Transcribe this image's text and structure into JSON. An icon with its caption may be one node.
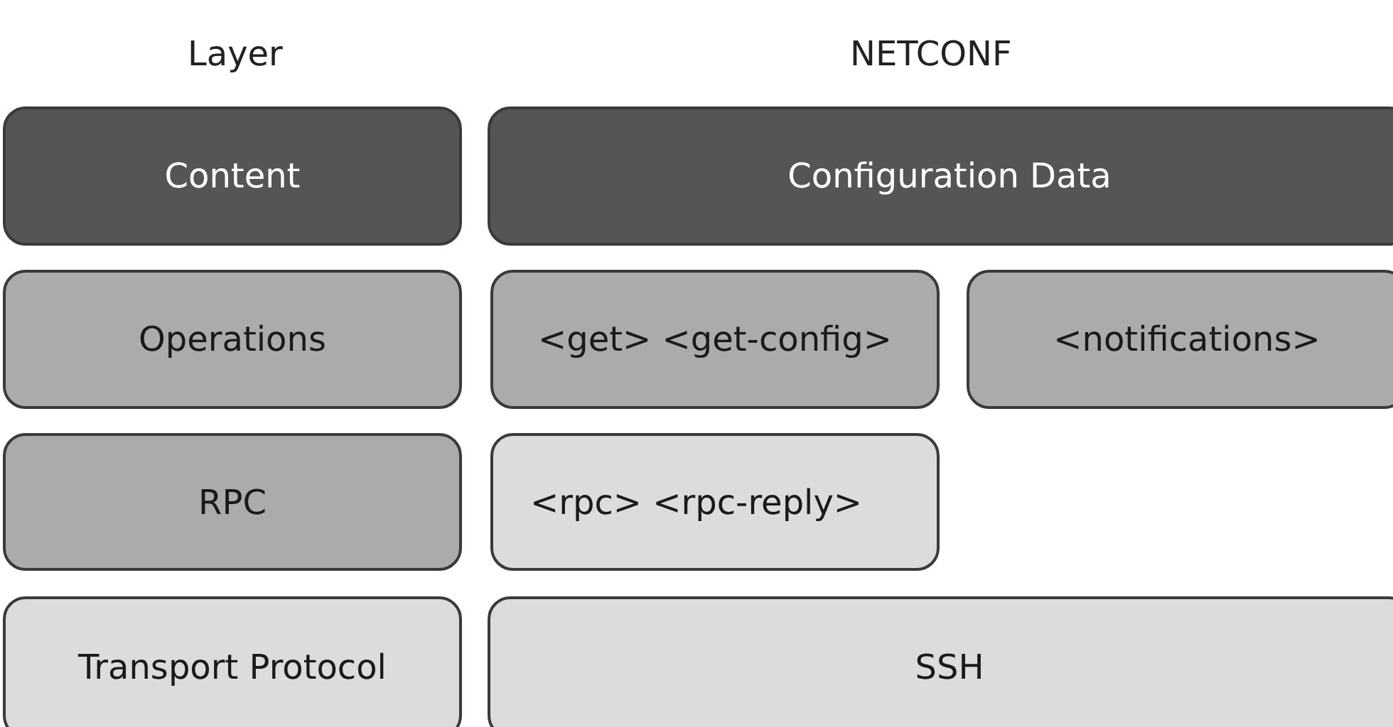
{
  "diagram": {
    "nodes": [
      {
        "text": [
          "Content"
        ]
      },
      {
        "text": [
          "Configuration Data"
        ]
      },
      {
        "text": [
          "Operations"
        ]
      },
      {
        "text": [
          "<get> <get-config>"
        ]
      },
      {
        "text": [
          "<notifications>"
        ]
      },
      {
        "text": [
          "RPC"
        ]
      },
      {
        "text": [
          "<rpc> <rpc-reply>"
        ]
      },
      {
        "text": [
          "Transport Protocol"
        ]
      },
      {
        "text": [
          "SSH"
        ]
      }
    ],
    "labels": [
      "Layer",
      "NETCONF"
    ]
  }
}
